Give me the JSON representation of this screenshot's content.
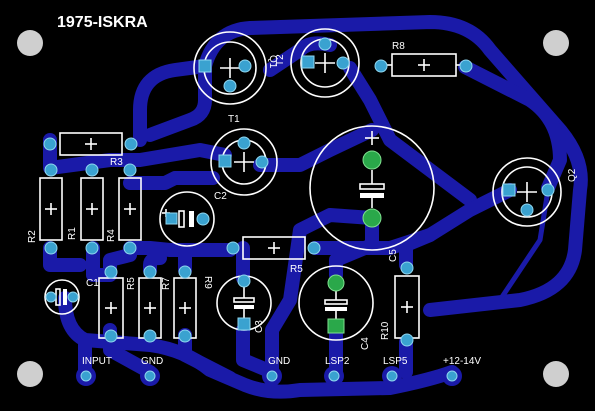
{
  "board": {
    "title": "1975-ISKRA",
    "background": "#000000",
    "track_color": "#1a1aa8",
    "silkscreen_color": "#ffffff"
  },
  "labels": {
    "q1": "Q1",
    "q2": "Q2",
    "t1": "T1",
    "t2": "T2",
    "r1": "R1",
    "r2": "R2",
    "r3": "R3",
    "r4": "R4",
    "r5a": "R5",
    "r5b": "R5",
    "r7": "R7",
    "r8": "R8",
    "r9": "R9",
    "r10": "R10",
    "c1": "C1",
    "c2": "C2",
    "c3": "C3",
    "c4": "C4",
    "c5": "C5"
  },
  "connectors": {
    "input": "INPUT",
    "gnd1": "GND",
    "gnd2": "GND",
    "lsp2": "LSP2",
    "lsp5": "LSP5",
    "supply": "+12-14V"
  }
}
